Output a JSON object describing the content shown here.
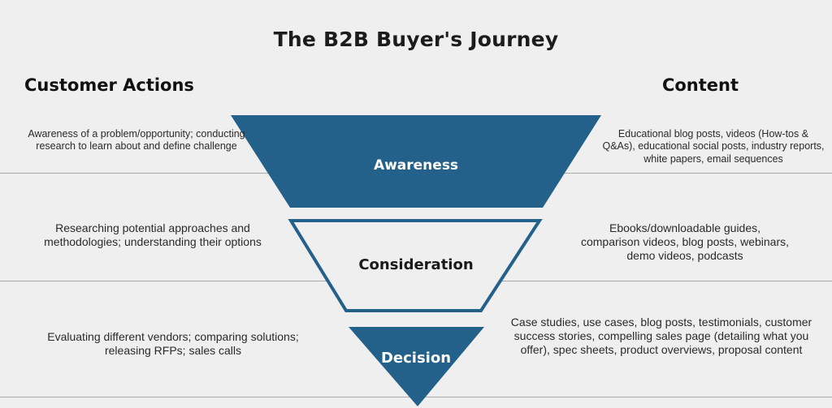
{
  "title": "The B2B Buyer's Journey",
  "headers": {
    "left": "Customer Actions",
    "right": "Content"
  },
  "stages": [
    {
      "label": "Awareness",
      "actions": "Awareness of a problem/opportunity; conducting research to learn about and define challenge",
      "content": "Educational blog posts, videos (How-tos & Q&As), educational social posts, industry reports, white papers, email sequences"
    },
    {
      "label": "Consideration",
      "actions": "Researching potential approaches and methodologies; understanding their options",
      "content": "Ebooks/downloadable guides, comparison videos, blog posts, webinars, demo videos, podcasts"
    },
    {
      "label": "Decision",
      "actions": "Evaluating different vendors; comparing solutions; releasing RFPs; sales calls",
      "content": "Case studies, use cases, blog posts, testimonials, customer success stories, compelling sales page (detailing what you offer), spec sheets, product overviews, proposal content"
    }
  ],
  "colors": {
    "primary": "#23618b",
    "background": "#efefef",
    "outline": "#23618b"
  }
}
